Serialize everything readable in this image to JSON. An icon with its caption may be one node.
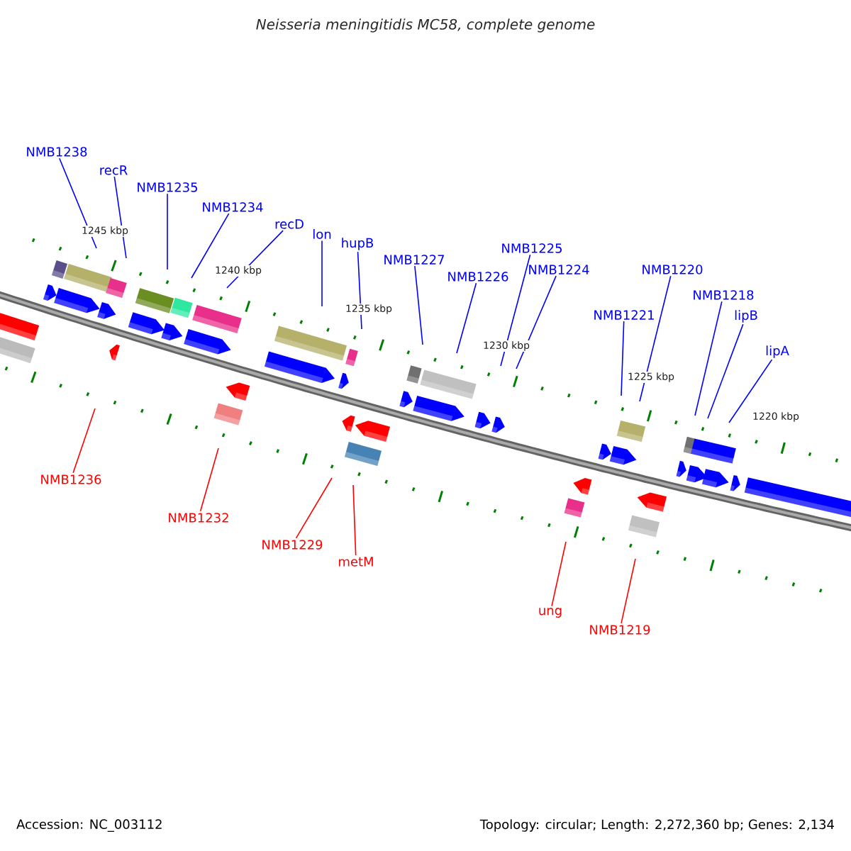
{
  "diagram": {
    "title": "Neisseria meningitidis MC58, complete genome",
    "nodes": [
      {
        "text": [
          "NMB1238"
        ]
      },
      {
        "text": [
          "recR"
        ]
      },
      {
        "text": [
          "NMB1235"
        ]
      },
      {
        "text": [
          "NMB1234"
        ]
      },
      {
        "text": [
          "recD"
        ]
      },
      {
        "text": [
          "lon"
        ]
      },
      {
        "text": [
          "hupB"
        ]
      },
      {
        "text": [
          "NMB1227"
        ]
      },
      {
        "text": [
          "NMB1226"
        ]
      },
      {
        "text": [
          "NMB1225"
        ]
      },
      {
        "text": [
          "NMB1224"
        ]
      },
      {
        "text": [
          "NMB1221"
        ]
      },
      {
        "text": [
          "NMB1220"
        ]
      },
      {
        "text": [
          "NMB1218"
        ]
      },
      {
        "text": [
          "lipB"
        ]
      },
      {
        "text": [
          "lipA"
        ]
      },
      {
        "text": [
          "NMB1236"
        ]
      },
      {
        "text": [
          "NMB1232"
        ]
      },
      {
        "text": [
          "NMB1229"
        ]
      },
      {
        "text": [
          "metM"
        ]
      },
      {
        "text": [
          "ung"
        ]
      },
      {
        "text": [
          "NMB1219"
        ]
      }
    ],
    "edges": [
      {
        "from": 0,
        "to": null,
        "arrow": "none"
      },
      {
        "from": 1,
        "to": null,
        "arrow": "none"
      },
      {
        "from": 2,
        "to": null,
        "arrow": "none"
      },
      {
        "from": 3,
        "to": null,
        "arrow": "none"
      },
      {
        "from": 4,
        "to": null,
        "arrow": "none"
      },
      {
        "from": 5,
        "to": null,
        "arrow": "none"
      },
      {
        "from": 6,
        "to": null,
        "arrow": "none"
      },
      {
        "from": 7,
        "to": null,
        "arrow": "none"
      },
      {
        "from": 8,
        "to": null,
        "arrow": "none"
      },
      {
        "from": 9,
        "to": null,
        "arrow": "none"
      },
      {
        "from": 10,
        "to": null,
        "arrow": "none"
      },
      {
        "from": 11,
        "to": null,
        "arrow": "none"
      },
      {
        "from": 12,
        "to": null,
        "arrow": "none"
      },
      {
        "from": 13,
        "to": null,
        "arrow": "none"
      },
      {
        "from": 14,
        "to": null,
        "arrow": "none"
      },
      {
        "from": 15,
        "to": null,
        "arrow": "none"
      },
      {
        "from": 16,
        "to": null,
        "arrow": "none",
        "color": "#ff0000"
      },
      {
        "from": 17,
        "to": null,
        "arrow": "none",
        "color": "#ff0000"
      },
      {
        "from": 18,
        "to": null,
        "arrow": "none",
        "color": "#ff0000"
      },
      {
        "from": 19,
        "to": null,
        "arrow": "none",
        "color": "#ff0000"
      },
      {
        "from": 20,
        "to": null,
        "arrow": "none",
        "color": "#ff0000"
      },
      {
        "from": 21,
        "to": null,
        "arrow": "none",
        "color": "#ff0000"
      }
    ],
    "labels": [
      "1245 kbp",
      "1240 kbp",
      "1235 kbp",
      "1230 kbp",
      "1225 kbp",
      "1220 kbp",
      "Accession: NC_003112",
      "Topology: circular; Length: 2,272,360 bp; Genes: 2,134"
    ]
  }
}
